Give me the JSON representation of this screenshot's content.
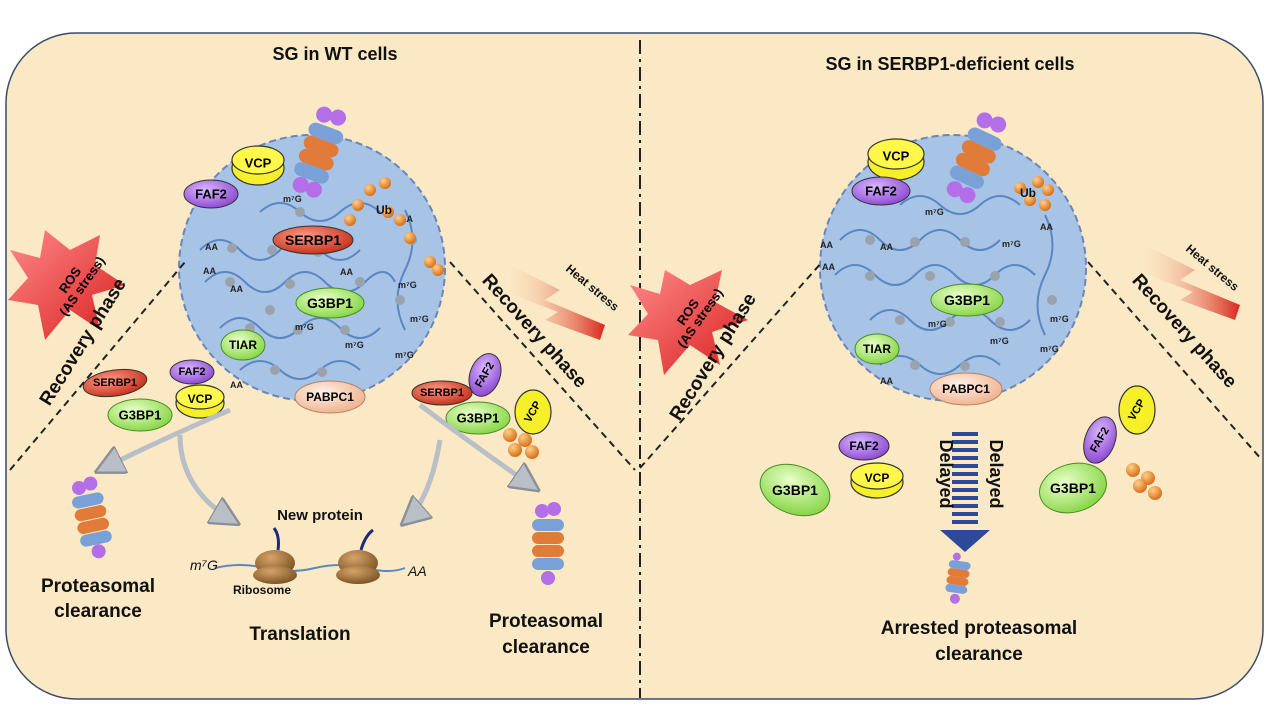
{
  "panels": {
    "left_title": "SG in WT cells",
    "right_title": "SG in SERBP1-deficient cells"
  },
  "proteins": {
    "vcp": "VCP",
    "faf2": "FAF2",
    "serbp1": "SERBP1",
    "g3bp1": "G3BP1",
    "tiar": "TIAR",
    "pabpc1": "PABPC1",
    "ub": "Ub"
  },
  "rna": {
    "cap": "m⁷G",
    "tail": "AA"
  },
  "stress": {
    "ros_line1": "ROS",
    "ros_line2": "(AS stress)",
    "heat": "Heat stress",
    "recovery": "Recovery phase"
  },
  "outcomes": {
    "proteasomal_line1": "Proteasomal",
    "proteasomal_line2": "clearance",
    "translation": "Translation",
    "new_protein": "New protein",
    "ribosome": "Ribosome",
    "cap_translation": "m⁷G",
    "tail_translation": "AA",
    "delayed": "Delayed",
    "arrested_line1": "Arrested proteasomal",
    "arrested_line2": "clearance"
  },
  "colors": {
    "background": "#fbe9c5",
    "granule": "#a7c3e6",
    "serbp1": "#d9402b",
    "g3bp1": "#9be05e",
    "faf2": "#9b59d9",
    "vcp": "#f5f02a",
    "pabpc1": "#f3c3a6",
    "ub": "#e6862a",
    "ros": "#e33d3d",
    "heat": "#d8261c"
  }
}
